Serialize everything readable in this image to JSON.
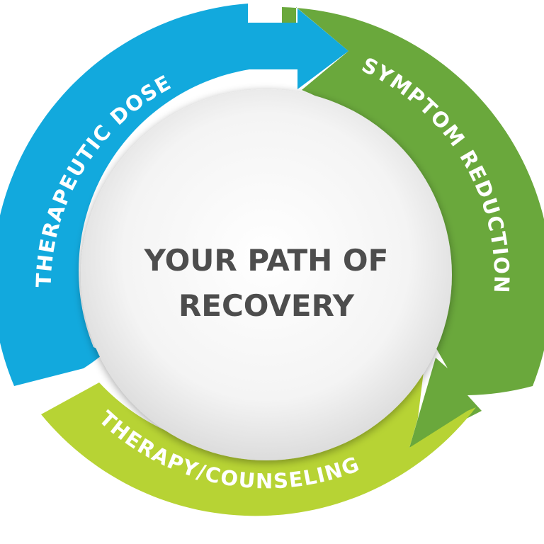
{
  "diagram": {
    "center": {
      "title_lines": [
        "YOUR PATH OF",
        "RECOVERY"
      ]
    },
    "segments": [
      {
        "label": "THERAPEUTIC DOSE",
        "color": "#12a9dd"
      },
      {
        "label": "SYMPTOM REDUCTION",
        "color": "#6aa83c"
      },
      {
        "label": "THERAPY/COUNSELING",
        "color": "#b7d334"
      }
    ],
    "center_fill": "#f2f2f2"
  }
}
